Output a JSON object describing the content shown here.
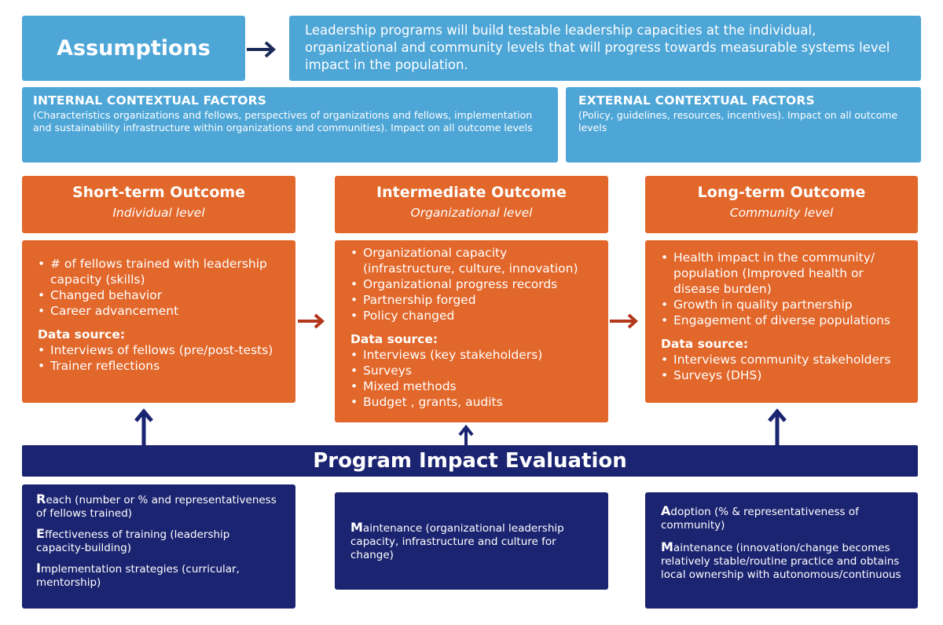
{
  "assumptions": {
    "title": "Assumptions",
    "text": "Leadership programs will build testable leadership capacities at the individual, organizational and community levels that will progress towards measurable systems level impact in the population."
  },
  "internal_factors": {
    "heading": "INTERNAL CONTEXTUAL FACTORS",
    "body": "(Characteristics organizations and fellows, perspectives of organizations and fellows, implementation and sustainability infrastructure within organizations and communities). Impact on all outcome levels"
  },
  "external_factors": {
    "heading": "EXTERNAL CONTEXTUAL FACTORS",
    "body": "(Policy, guidelines, resources, incentives). Impact on all outcome levels"
  },
  "outcomes": [
    {
      "title": "Short-term Outcome",
      "level": "Individual level",
      "items": [
        "# of fellows trained with leadership capacity (skills)",
        "Changed behavior",
        "Career advancement"
      ],
      "data_source_label": "Data source:",
      "data_sources": [
        "Interviews of fellows (pre/post-tests)",
        "Trainer reflections"
      ]
    },
    {
      "title": "Intermediate Outcome",
      "level": "Organizational level",
      "items": [
        "Organizational capacity (infrastructure, culture, innovation)",
        "Organizational progress records",
        "Partnership forged",
        "Policy changed"
      ],
      "data_source_label": "Data source:",
      "data_sources": [
        "Interviews (key stakeholders)",
        "Surveys",
        "Mixed methods",
        "Budget , grants, audits"
      ]
    },
    {
      "title": "Long-term Outcome",
      "level": "Community level",
      "items": [
        "Health impact in the community/ population (Improved health or disease burden)",
        "Growth in quality partnership",
        "Engagement of diverse populations"
      ],
      "data_source_label": "Data source:",
      "data_sources": [
        "Interviews community stakeholders",
        "Surveys (DHS)"
      ]
    }
  ],
  "impact_title": "Program Impact Evaluation",
  "evaluation": {
    "left": [
      {
        "initial": "R",
        "text": "each (number or % and representativeness of fellows trained)"
      },
      {
        "initial": "E",
        "text": "ffectiveness of training (leadership capacity-building)"
      },
      {
        "initial": "I",
        "text": "mplementation strategies (curricular, mentorship)"
      }
    ],
    "middle": [
      {
        "initial": "M",
        "text": "aintenance (organizational leadership capacity, infrastructure and culture for change)"
      }
    ],
    "right": [
      {
        "initial": "A",
        "text": "doption (% & representativeness of community)"
      },
      {
        "initial": "M",
        "text": "aintenance (innovation/change becomes relatively stable/routine practice and obtains local ownership with autonomous/continuous"
      }
    ]
  },
  "colors": {
    "light_blue": "#4ea6d7",
    "orange": "#e2672a",
    "navy": "#1b2470",
    "dark_arrow": "#1d2b5a",
    "red_arrow": "#b3381c"
  }
}
